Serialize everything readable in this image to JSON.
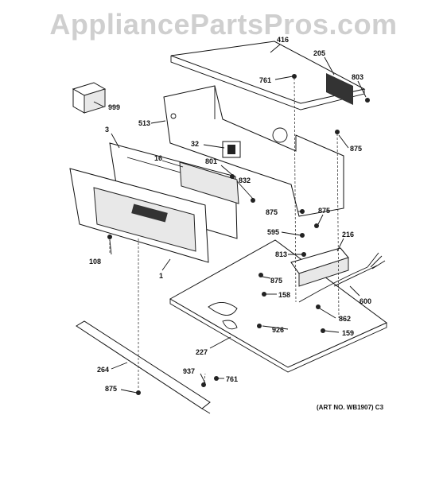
{
  "watermark": "AppliancePartsPros.com",
  "art_no": "(ART NO. WB1907) C3",
  "labels": {
    "p416": "416",
    "p205": "205",
    "p803": "803",
    "p761a": "761",
    "p999": "999",
    "p513": "513",
    "p3": "3",
    "p32": "32",
    "p875a": "875",
    "p16": "16",
    "p801": "801",
    "p832": "832",
    "p875b": "875",
    "p875c": "875",
    "p595": "595",
    "p216": "216",
    "p108": "108",
    "p813": "813",
    "p1": "1",
    "p875d": "875",
    "p158": "158",
    "p600": "600",
    "p862": "862",
    "p926": "926",
    "p159": "159",
    "p227": "227",
    "p264": "264",
    "p937": "937",
    "p761b": "761",
    "p875e": "875"
  }
}
